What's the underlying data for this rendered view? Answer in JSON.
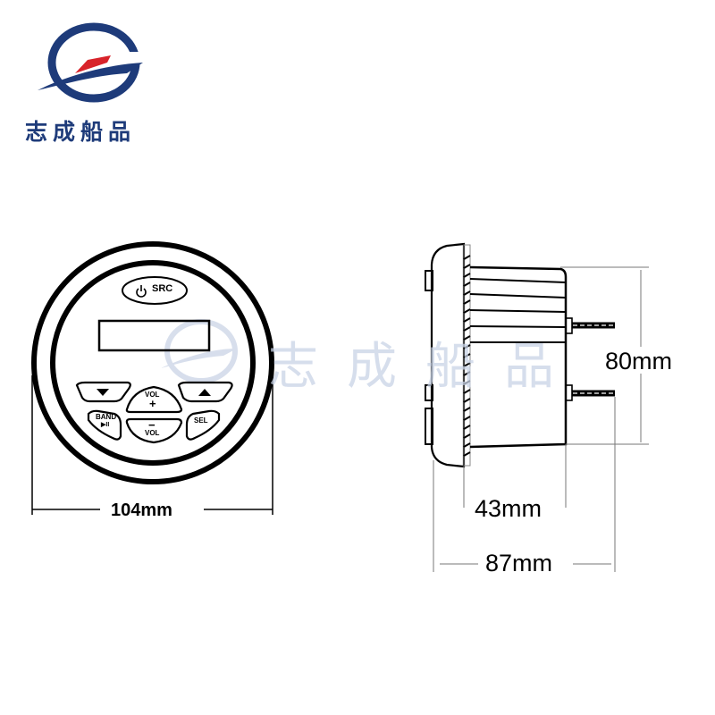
{
  "logo": {
    "brand_name": "志成船品",
    "colors": {
      "primary": "#1e3b7a",
      "accent": "#d8232a"
    }
  },
  "watermark": {
    "text": "志成船品"
  },
  "front_view": {
    "buttons": {
      "src": "SRC",
      "vol_up_label": "VOL",
      "vol_up_symbol": "+",
      "vol_down_label": "VOL",
      "vol_down_symbol": "−",
      "band": "BAND",
      "play_pause": "▶II",
      "sel": "SEL",
      "down_arrow": "▼",
      "up_arrow": "▲"
    },
    "dimension_width": "104mm"
  },
  "side_view": {
    "dimension_height": "80mm",
    "dimension_depth_body": "43mm",
    "dimension_depth_total": "87mm"
  }
}
